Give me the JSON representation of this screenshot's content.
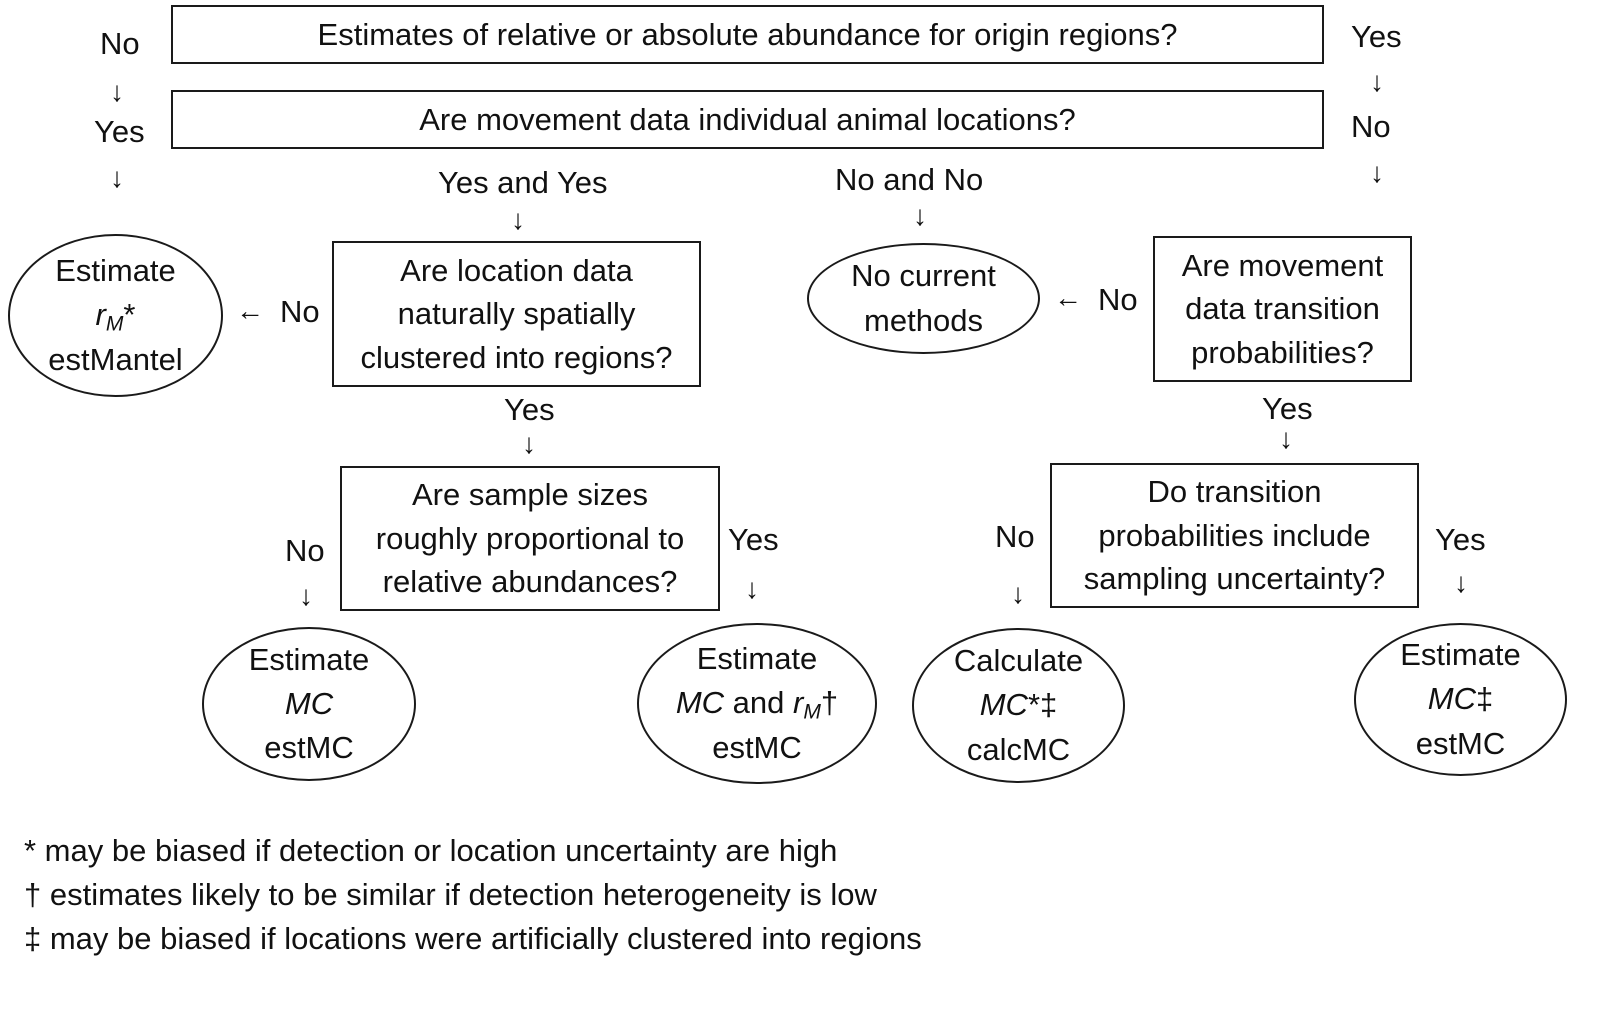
{
  "questions": {
    "q1": "Estimates of relative or absolute abundance for origin regions?",
    "q2": "Are movement data individual animal locations?",
    "q3": [
      "Are location data",
      "naturally spatially",
      "clustered into regions?"
    ],
    "q4": [
      "Are sample sizes",
      "roughly proportional to",
      "relative abundances?"
    ],
    "q5": [
      "Are movement",
      "data transition",
      "probabilities?"
    ],
    "q6": [
      "Do transition",
      "probabilities include",
      "sampling uncertainty?"
    ]
  },
  "outcomes": {
    "mantel": {
      "line1": "Estimate",
      "sym": "r",
      "sub": "M",
      "mark": "*",
      "func": "estMantel"
    },
    "none": {
      "line1": "No current",
      "line2": "methods"
    },
    "mc1": {
      "line1": "Estimate",
      "sym": "MC",
      "func": "estMC"
    },
    "mc2": {
      "line1": "Estimate",
      "sym": "MC",
      "and": " and ",
      "sym2": "r",
      "sub": "M",
      "mark": "†",
      "func": "estMC"
    },
    "calc": {
      "line1": "Calculate",
      "sym": "MC",
      "mark": "*‡",
      "func": "calcMC"
    },
    "mc3": {
      "line1": "Estimate",
      "sym": "MC",
      "mark": "‡",
      "func": "estMC"
    }
  },
  "labels": {
    "no_top": "No",
    "yes_left": "Yes",
    "yes_top_right": "Yes",
    "no_right": "No",
    "yes_and_yes": "Yes and Yes",
    "no_and_no": "No and No",
    "no_mantel": "No",
    "no_methods": "No",
    "yes_q3": "Yes",
    "yes_q5": "Yes",
    "no_q4": "No",
    "yes_q4": "Yes",
    "no_q6": "No",
    "yes_q6": "Yes"
  },
  "arrows": {
    "down": "↓",
    "left": "←"
  },
  "footnotes": [
    "* may be biased if detection or location uncertainty are high",
    "† estimates likely to be similar if detection heterogeneity is low",
    "‡ may be biased if locations were artificially clustered into regions"
  ]
}
